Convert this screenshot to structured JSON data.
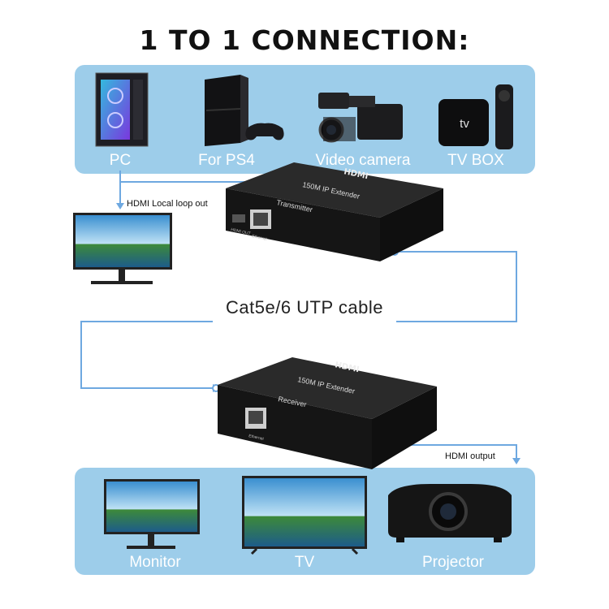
{
  "title": "1 TO 1 CONNECTION:",
  "sources": [
    {
      "label": "PC",
      "icon": "desktop-pc-icon"
    },
    {
      "label": "For PS4",
      "icon": "game-console-icon"
    },
    {
      "label": "Video camera",
      "icon": "video-camera-icon"
    },
    {
      "label": "TV BOX",
      "icon": "tv-box-icon"
    }
  ],
  "tv_box_logo": "tv",
  "loop_label": "HDMI Local loop out",
  "transmitter": {
    "brand": "HDMI",
    "model": "150M IP Extender",
    "role": "Transmitter",
    "port1": "HDMI OUT",
    "port2": "Ethernet"
  },
  "cable_label": "Cat5e/6 UTP cable",
  "receiver": {
    "brand": "HDMI",
    "model": "150M IP Extender",
    "role": "Receiver",
    "port1": "Ethernet"
  },
  "output_label": "HDMI output",
  "displays": [
    {
      "label": "Monitor",
      "icon": "monitor-icon"
    },
    {
      "label": "TV",
      "icon": "tv-icon"
    },
    {
      "label": "Projector",
      "icon": "projector-icon"
    }
  ],
  "colors": {
    "panel": "#9dcdea",
    "line": "#6ea8e0",
    "device": "#1c1c1c",
    "label_text": "#ffffff"
  }
}
